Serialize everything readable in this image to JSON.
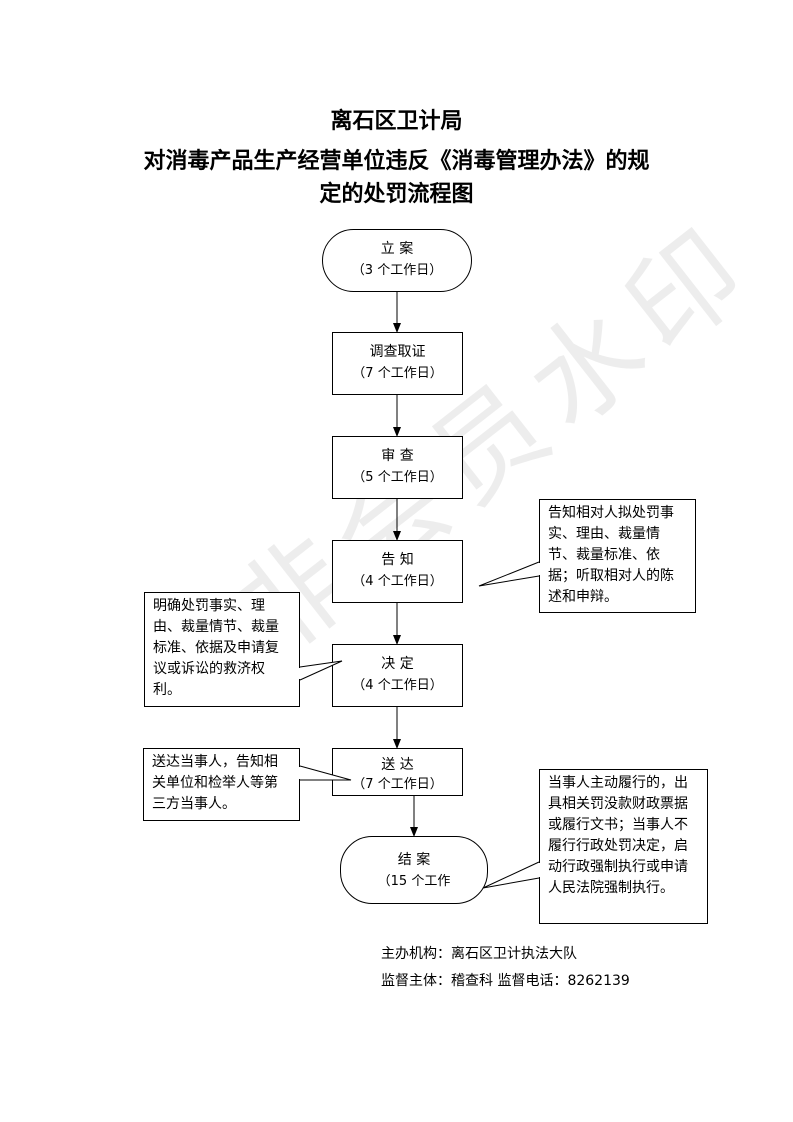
{
  "title": {
    "line1": "离石区卫计局",
    "line2": "对消毒产品生产经营单位违反《消毒管理办法》的规",
    "line3": "定的处罚流程图"
  },
  "watermark": "非会员水印",
  "steps": [
    {
      "name": "立  案",
      "days": "（3 个工作日）"
    },
    {
      "name": "调查取证",
      "days": "（7 个工作日）"
    },
    {
      "name": "审  查",
      "days": "（5 个工作日）"
    },
    {
      "name": "告  知",
      "days": "（4 个工作日）"
    },
    {
      "name": "决  定",
      "days": "（4 个工作日）"
    },
    {
      "name": "送  达",
      "days": "（7 个工作日）"
    },
    {
      "name": "结  案",
      "days": "（15 个工作"
    }
  ],
  "notes": {
    "inform": "告知相对人拟处罚事实、理由、裁量情节、裁量标准、依据；听取相对人的陈述和申辩。",
    "decide": "明确处罚事实、理由、裁量情节、裁量标准、依据及申请复议或诉讼的救济权利。",
    "deliver": "送达当事人，告知相关单位和检举人等第三方当事人。",
    "close": "当事人主动履行的，出具相关罚没款财政票据或履行文书；当事人不履行行政处罚决定，启动行政强制执行或申请人民法院强制执行。"
  },
  "footer": {
    "agency": "主办机构：离石区卫计执法大队",
    "supervisor": "监督主体：稽查科  监督电话：8262139"
  }
}
